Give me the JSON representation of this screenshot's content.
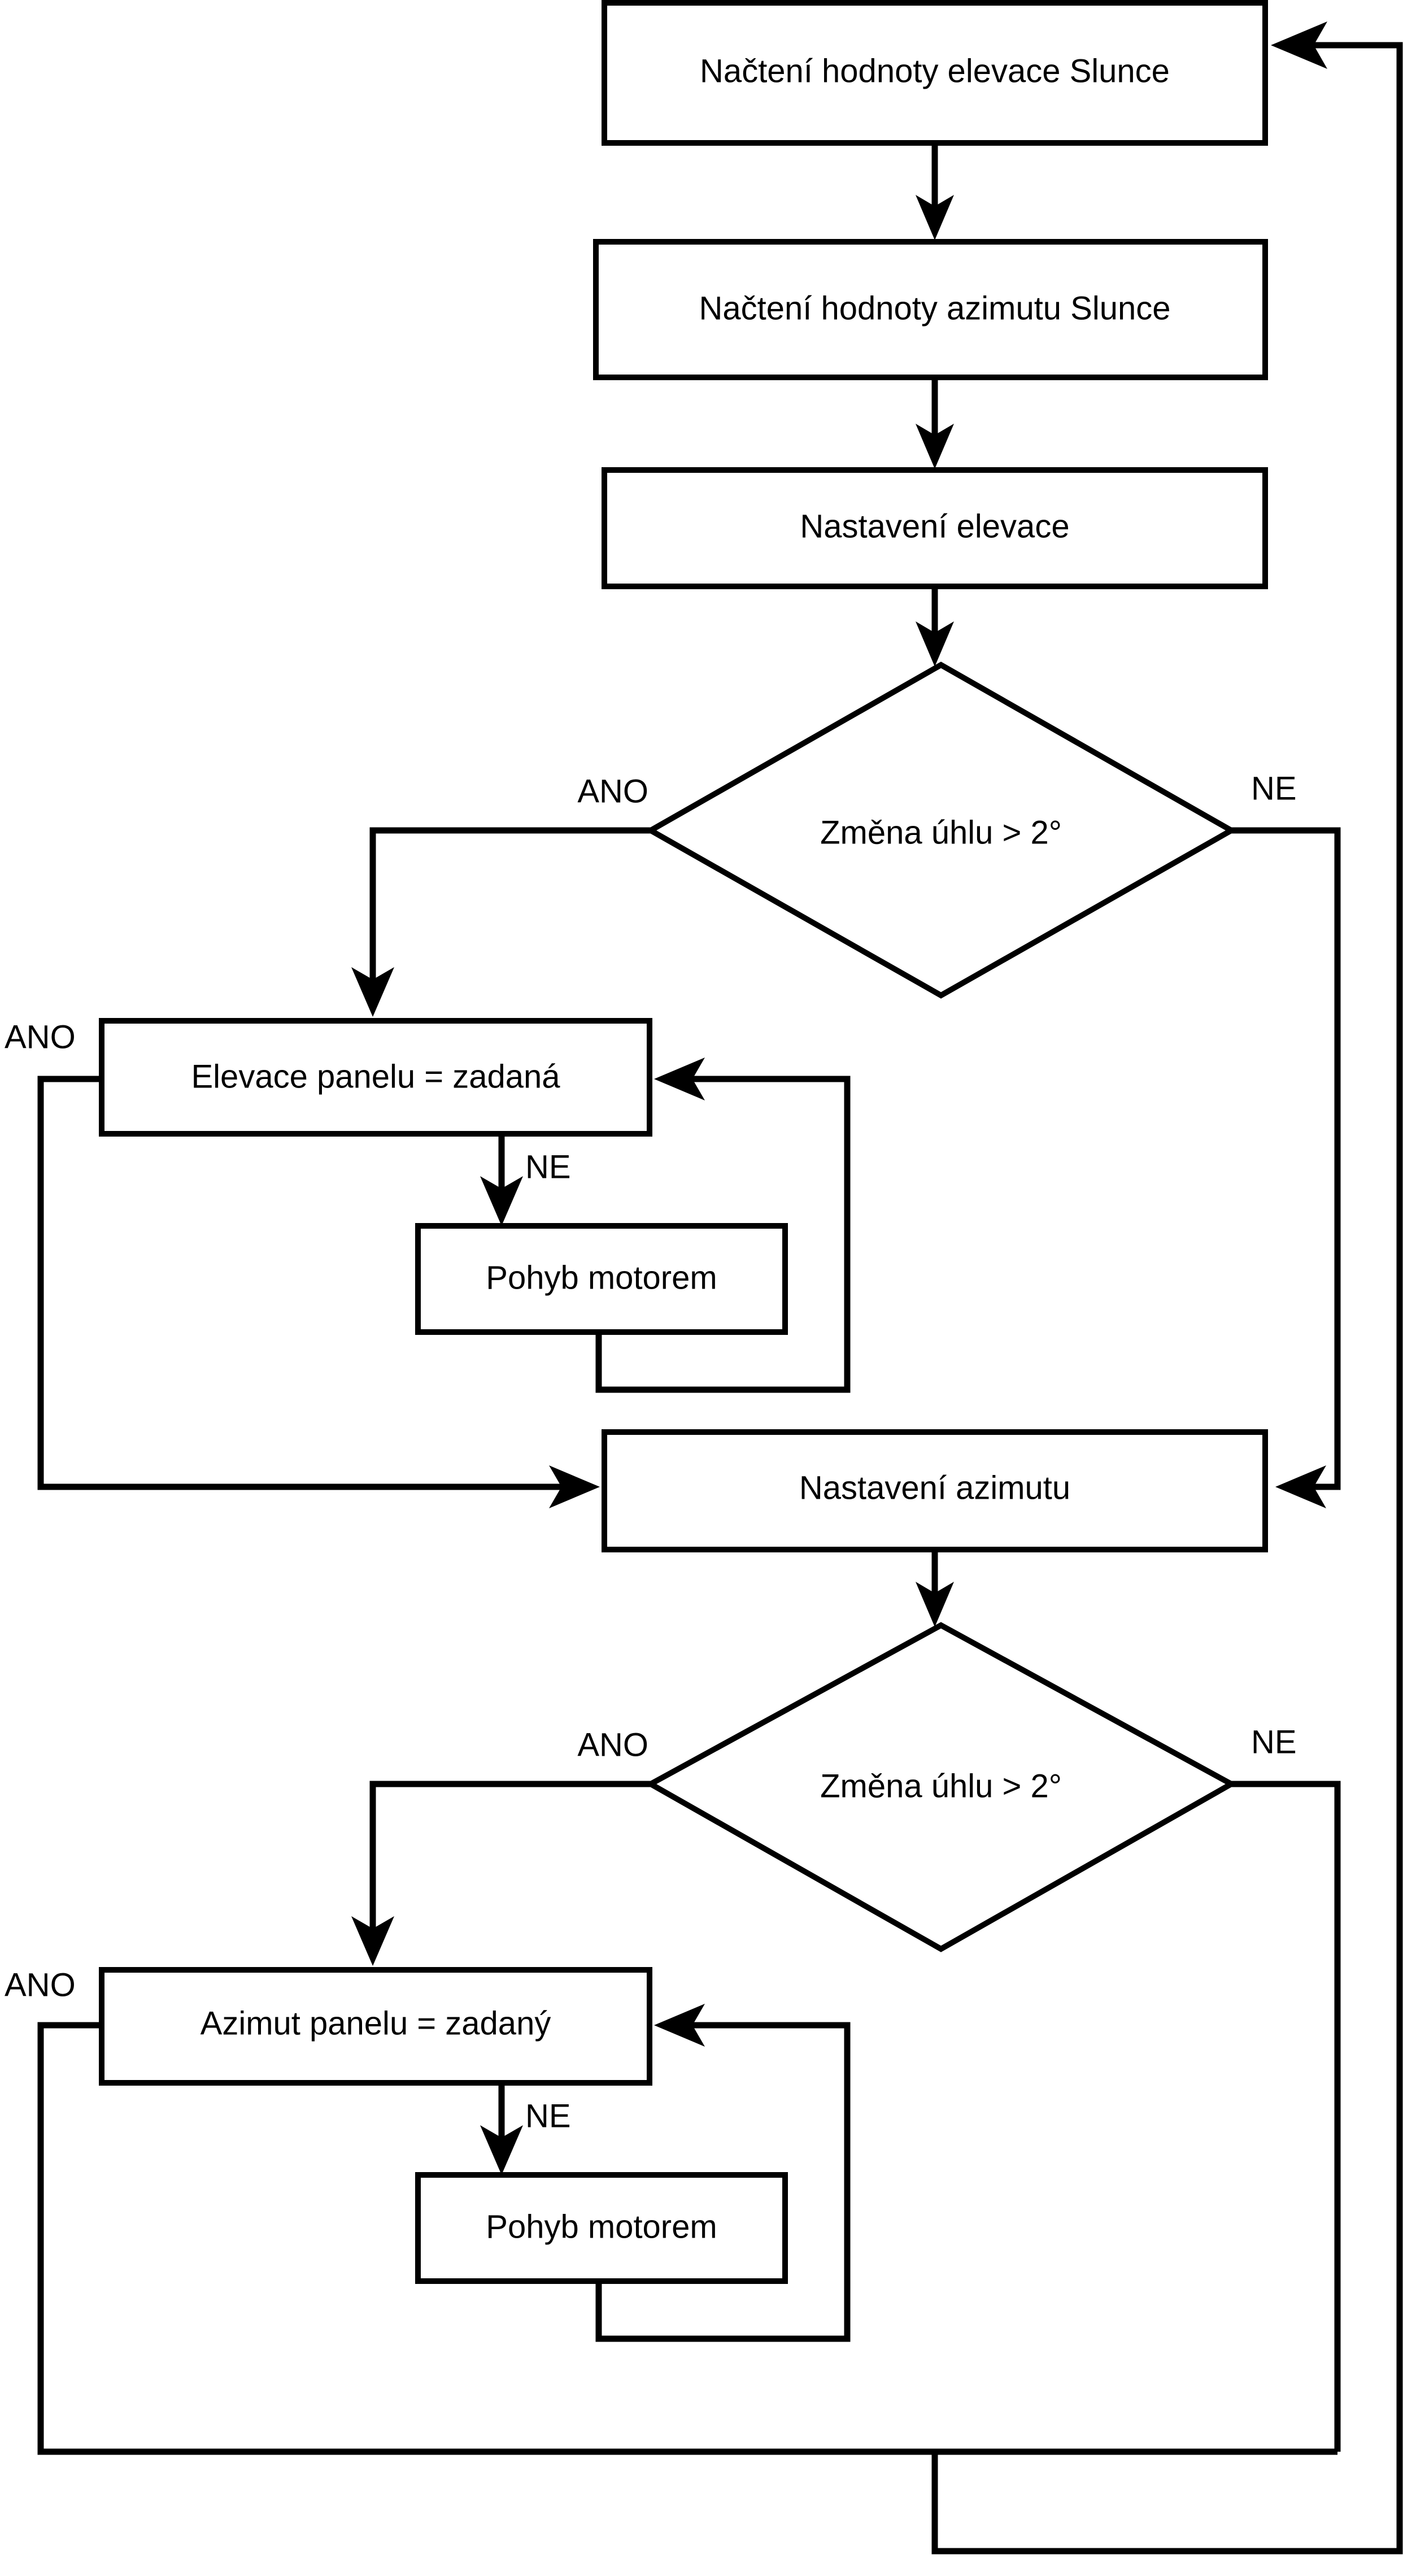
{
  "diagram": {
    "type": "flowchart",
    "language": "cs",
    "title": "Solar tracker control flowchart",
    "background_color": "#ffffff",
    "line_color": "#000000",
    "text_color": "#000000"
  },
  "nodes": {
    "read_elevation": {
      "label": "Načtení hodnoty elevace Slunce",
      "shape": "process"
    },
    "read_azimuth": {
      "label": "Načtení hodnoty azimutu Slunce",
      "shape": "process"
    },
    "set_elevation": {
      "label": "Nastavení elevace",
      "shape": "process"
    },
    "decide_elev": {
      "label": "Změna úhlu > 2°",
      "shape": "decision"
    },
    "panel_elev_eq": {
      "label": "Elevace panelu = zadaná",
      "shape": "process"
    },
    "motor_move_1": {
      "label": "Pohyb motorem",
      "shape": "process"
    },
    "set_azimuth": {
      "label": "Nastavení azimutu",
      "shape": "process"
    },
    "decide_azim": {
      "label": "Změna úhlu > 2°",
      "shape": "decision"
    },
    "panel_azim_eq": {
      "label": "Azimut panelu = zadaný",
      "shape": "process"
    },
    "motor_move_2": {
      "label": "Pohyb motorem",
      "shape": "process"
    }
  },
  "edge_labels": {
    "decide_elev_yes": "ANO",
    "decide_elev_no": "NE",
    "panel_elev_yes": "ANO",
    "panel_elev_no": "NE",
    "decide_azim_yes": "ANO",
    "decide_azim_no": "NE",
    "panel_azim_yes": "ANO",
    "panel_azim_no": "NE"
  }
}
